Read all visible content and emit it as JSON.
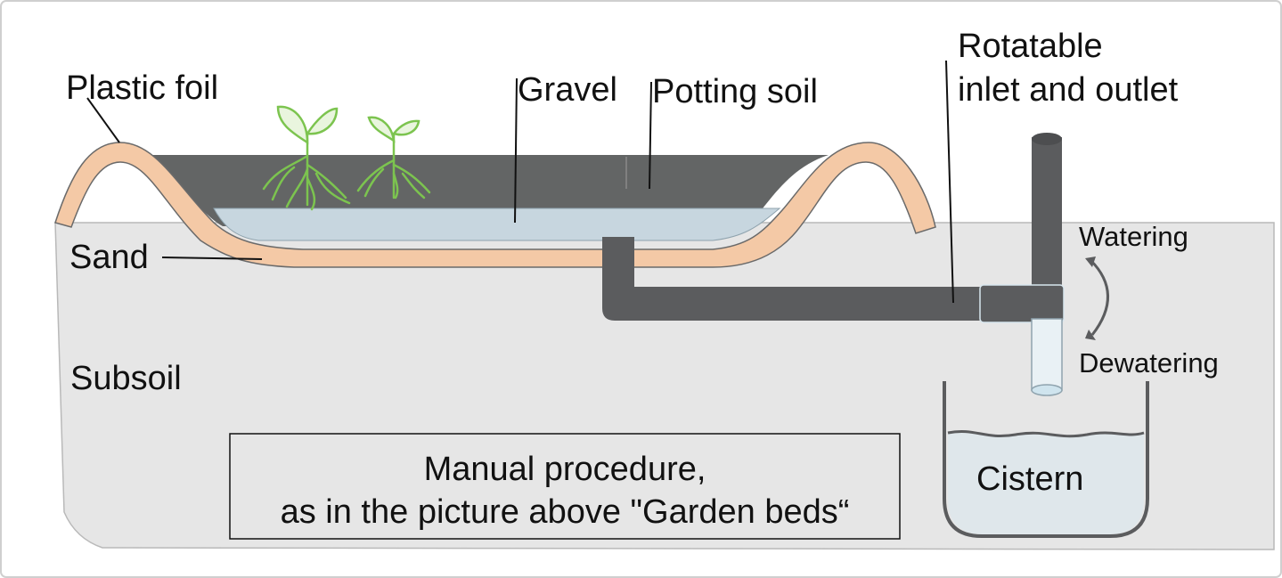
{
  "labels": {
    "plastic_foil": "Plastic foil",
    "gravel": "Gravel",
    "potting_soil": "Potting soil",
    "rotatable_line1": "Rotatable",
    "rotatable_line2": "inlet and outlet",
    "sand": "Sand",
    "subsoil": "Subsoil",
    "watering": "Watering",
    "dewatering": "Dewatering",
    "cistern": "Cistern"
  },
  "note": {
    "line1": "Manual procedure,",
    "line2": "as in the picture above \"Garden beds“"
  },
  "colors": {
    "subsoil": "#e6e6e6",
    "sand": "#f4c9a6",
    "soil": "#636565",
    "gravel": "#c7d6df",
    "pipe": "#5b5c5e",
    "plant": "#7cc44f",
    "cistern_water": "#cfe4ee"
  }
}
